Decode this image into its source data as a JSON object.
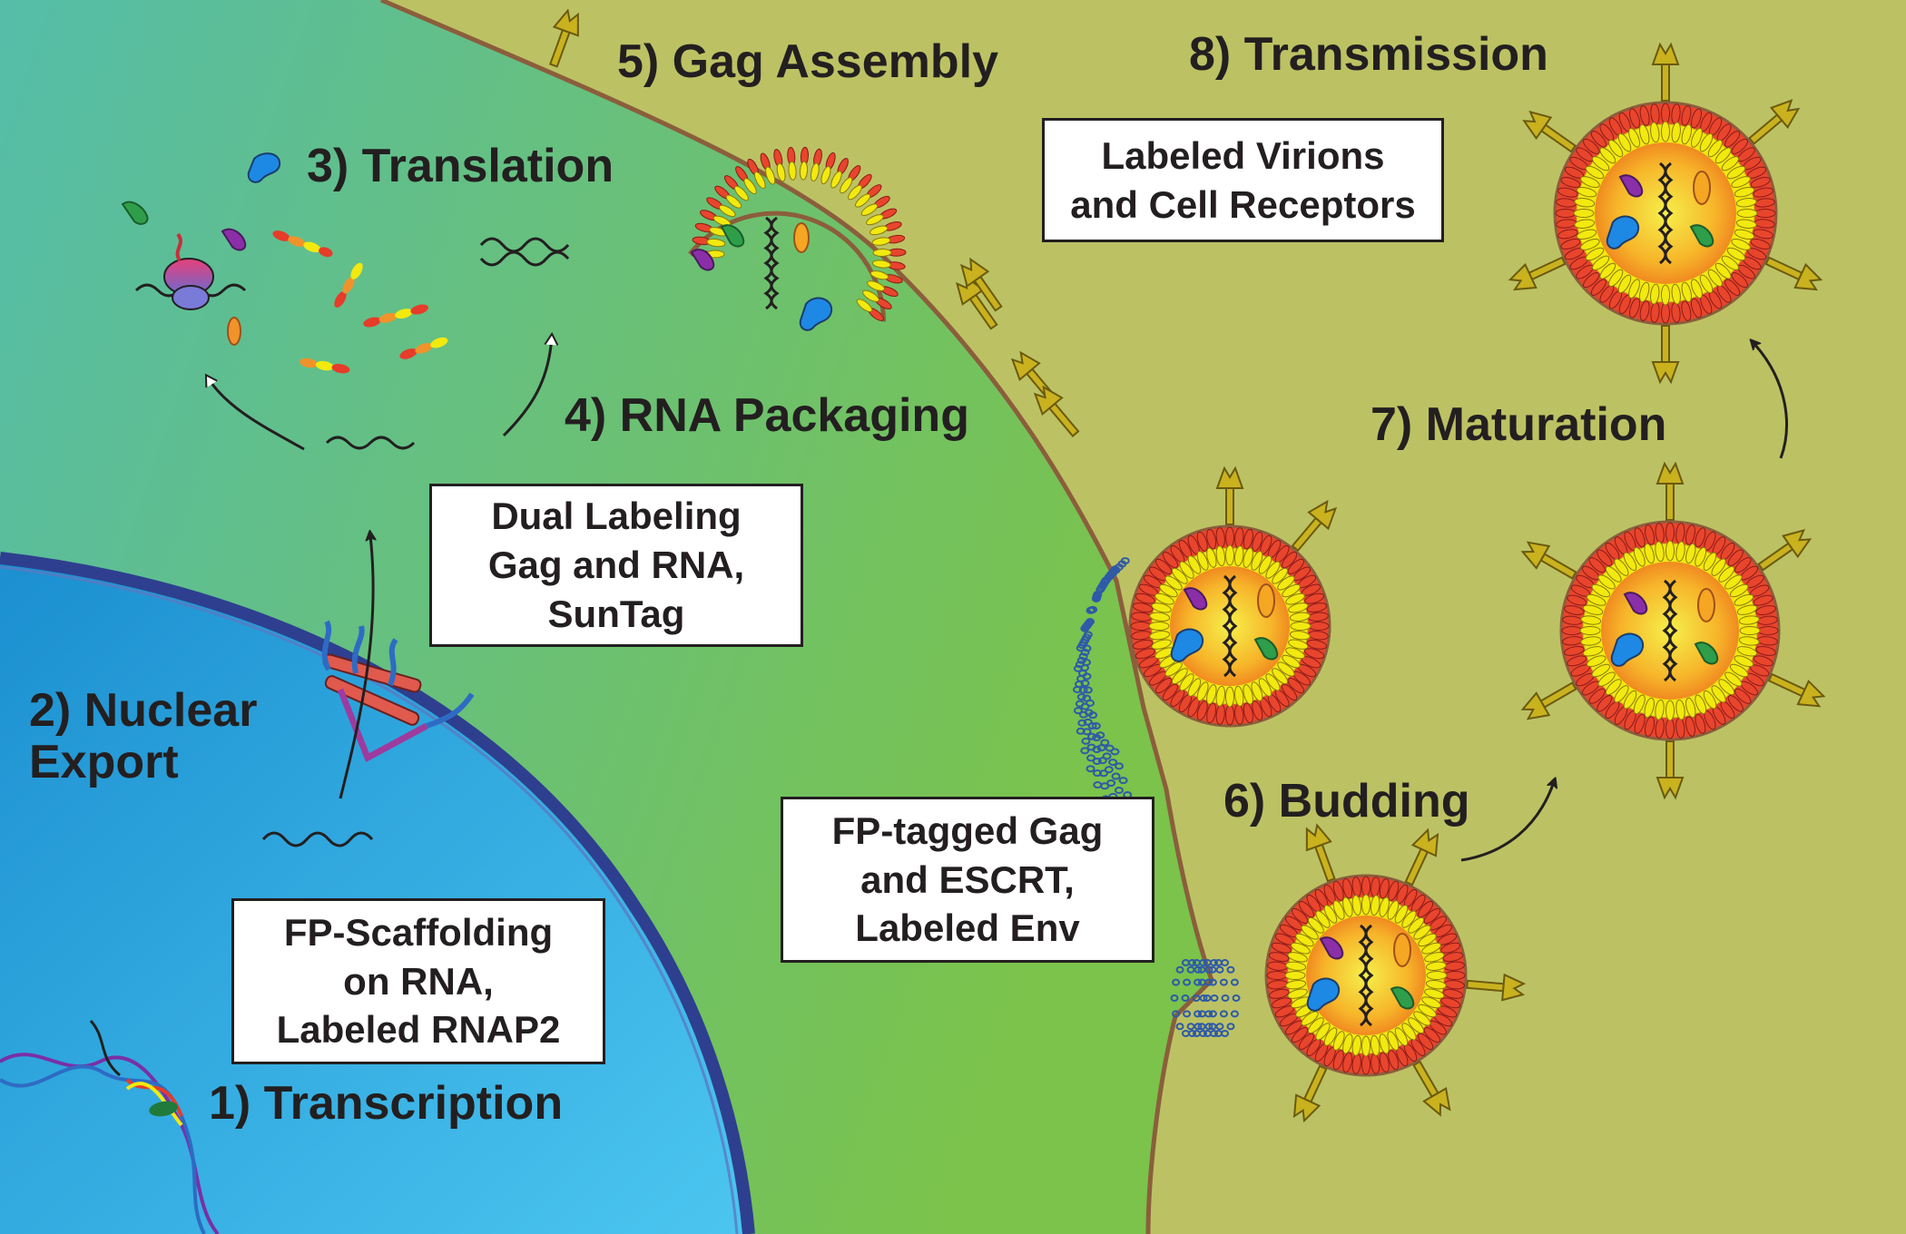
{
  "steps": {
    "s1": "1) Transcription",
    "s2_line1": "2) Nuclear",
    "s2_line2": "Export",
    "s3": "3) Translation",
    "s4": "4) RNA Packaging",
    "s5": "5) Gag Assembly",
    "s6": "6) Budding",
    "s7": "7) Maturation",
    "s8": "8) Transmission"
  },
  "boxes": {
    "scaffold": [
      "FP-Scaffolding",
      "on RNA,",
      "Labeled RNAP2"
    ],
    "dual": [
      "Dual Labeling",
      "Gag and RNA,",
      "SunTag"
    ],
    "gag_escrt": [
      "FP-tagged Gag",
      "and ESCRT,",
      "Labeled Env"
    ],
    "virions": [
      "Labeled Virions",
      "and Cell Receptors"
    ]
  },
  "colors": {
    "nucleus_light": "#4cc6f0",
    "nucleus_dark": "#1b8fd0",
    "nuclear_envelope": "#2e3f8f",
    "cytoplasm_left": "#54bfa8",
    "cytoplasm_right": "#7cc34a",
    "extracellular": "#bcc263",
    "membrane": "#8b5e3c",
    "virion_outer": "#e8452c",
    "lipid_yellow": "#f2e90f",
    "virion_core": "#f5a623",
    "env_protein": "#c9b21e"
  }
}
